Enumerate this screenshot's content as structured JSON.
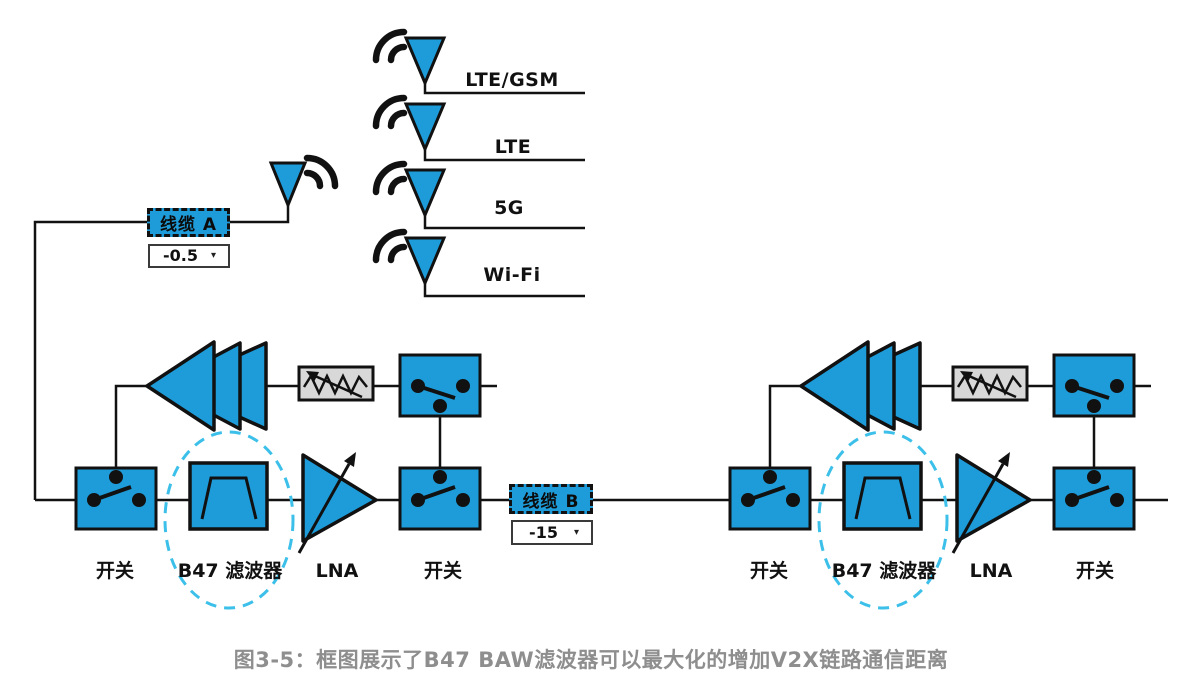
{
  "colors": {
    "blue": "#1E9CD9",
    "cyan": "#3CC0E9",
    "attenuator_gray": "#D8D8D8",
    "caption_gray": "#8E8E8E",
    "line_black": "#121212"
  },
  "antenna_bank": {
    "items": [
      {
        "label": "LTE/GSM"
      },
      {
        "label": "LTE"
      },
      {
        "label": "5G"
      },
      {
        "label": "Wi-Fi"
      }
    ]
  },
  "cable_a": {
    "label": "线缆 A",
    "value": "-0.5"
  },
  "cable_b": {
    "label": "线缆 B",
    "value": "-15"
  },
  "chains": {
    "left": {
      "switch_in": "开关",
      "filter": "B47 滤波器",
      "lna": "LNA",
      "switch_out": "开关"
    },
    "right": {
      "switch_in": "开关",
      "filter": "B47 滤波器",
      "lna": "LNA",
      "switch_out": "开关"
    }
  },
  "caption": "图3-5：框图展示了B47 BAW滤波器可以最大化的增加V2X链路通信距离"
}
